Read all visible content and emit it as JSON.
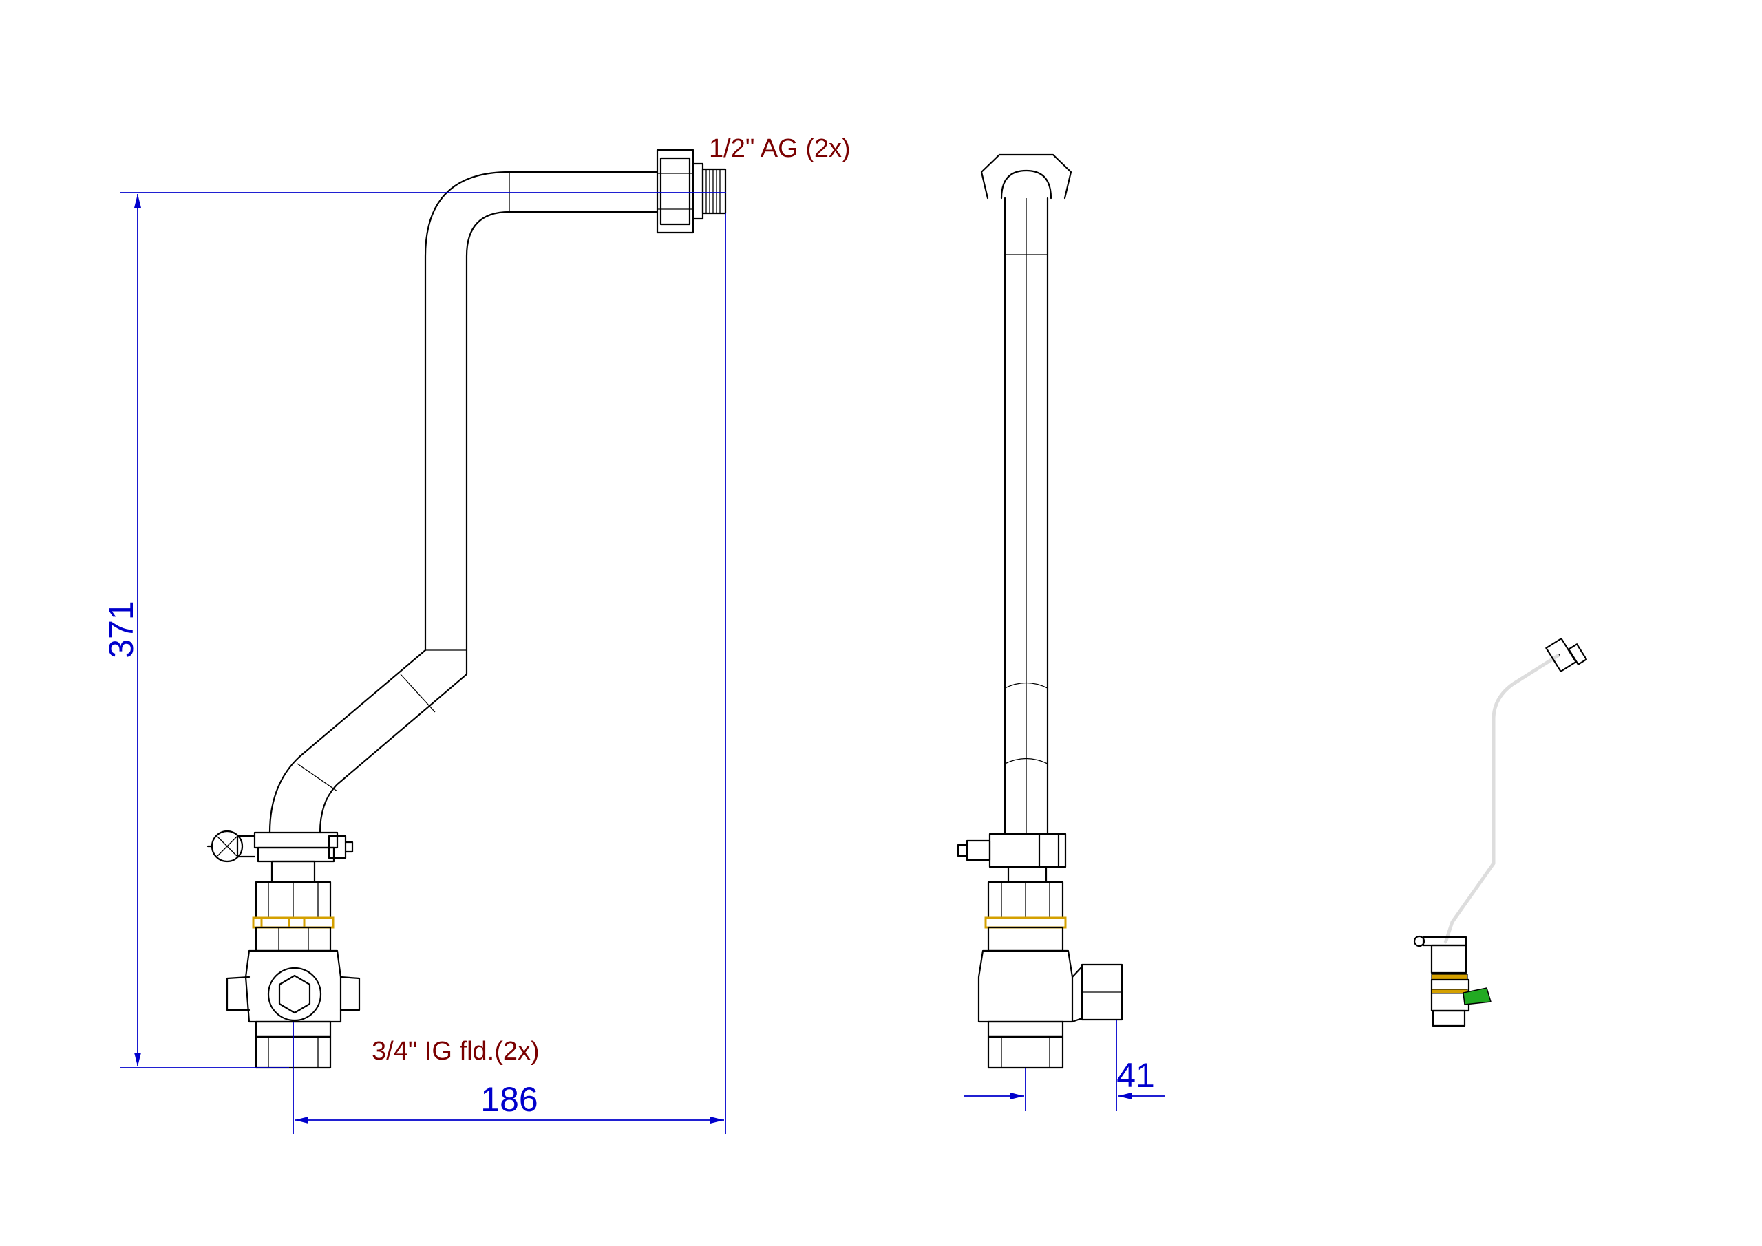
{
  "notes": {
    "top_connection": "1/2\" AG (2x)",
    "bottom_connection": "3/4\" IG fld.(2x)"
  },
  "dimensions": {
    "height": "371",
    "width": "186",
    "depth": "41"
  },
  "colors": {
    "dimension": "#0000cc",
    "note": "#7a0000",
    "gasket": "#d4a000",
    "handle": "#22aa22"
  }
}
